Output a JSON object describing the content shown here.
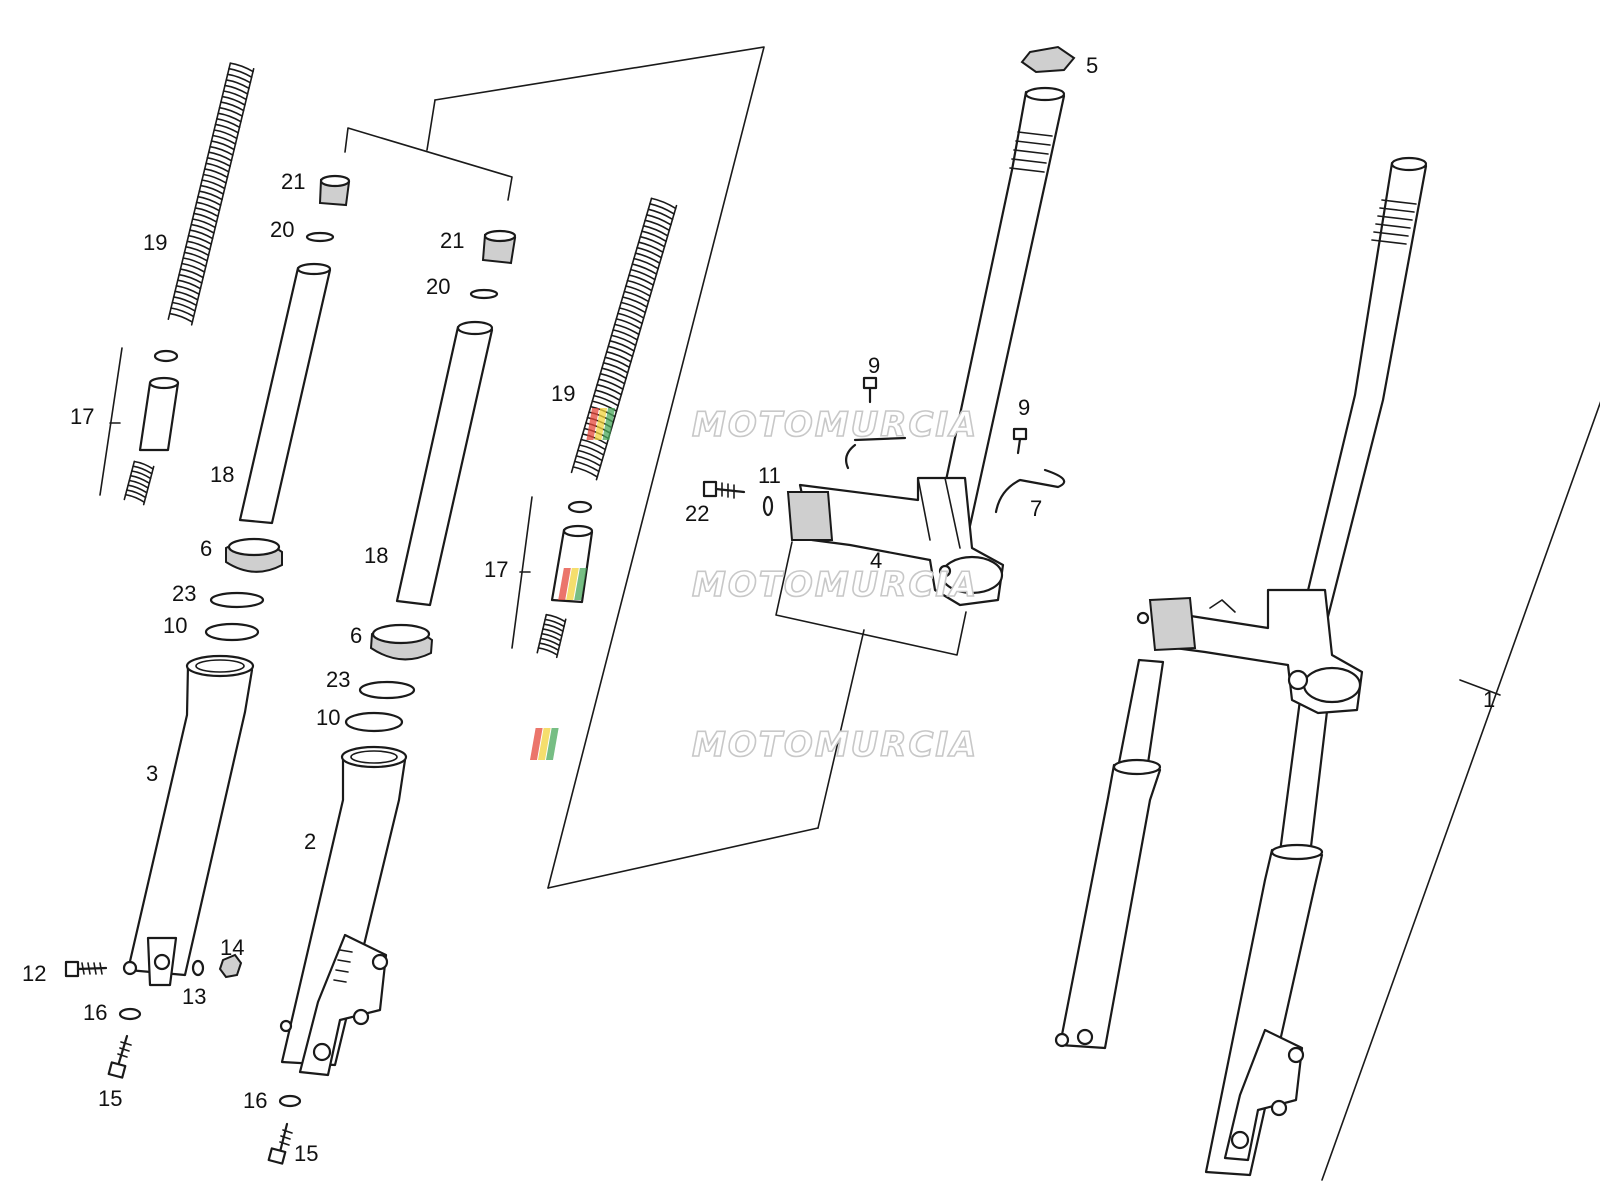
{
  "watermark": {
    "text": "MOTOMURCIA",
    "stripe_colors": [
      "#e4473a",
      "#f2d33c",
      "#4aa85b"
    ]
  },
  "labels": {
    "l1": "1",
    "l2": "2",
    "l3": "3",
    "l4": "4",
    "l5": "5",
    "l6a": "6",
    "l6b": "6",
    "l7": "7",
    "l9a": "9",
    "l9b": "9",
    "l10a": "10",
    "l10b": "10",
    "l11": "11",
    "l12": "12",
    "l13": "13",
    "l14": "14",
    "l15a": "15",
    "l15b": "15",
    "l16a": "16",
    "l16b": "16",
    "l17a": "17",
    "l17b": "17",
    "l18a": "18",
    "l18b": "18",
    "l19a": "19",
    "l19b": "19",
    "l20a": "20",
    "l20b": "20",
    "l21a": "21",
    "l21b": "21",
    "l22": "22",
    "l23a": "23",
    "l23b": "23"
  }
}
